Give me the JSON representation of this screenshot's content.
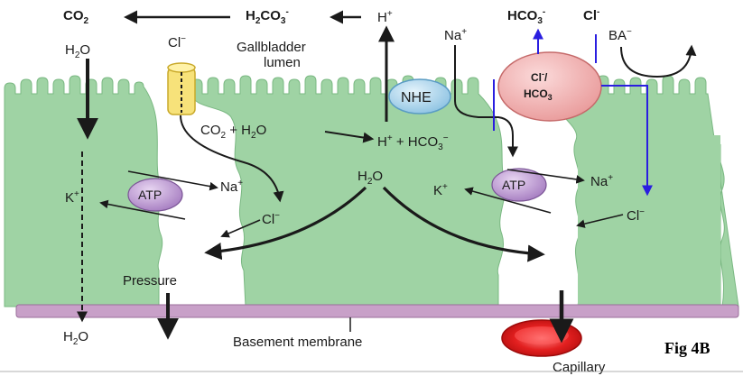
{
  "labels": {
    "co2_top": "CO",
    "co2_top_sub": "2",
    "h2co3_top": "H",
    "h2co3_top_sub": "2",
    "h2co3_top_rest": "CO",
    "h2co3_top_sub2": "3",
    "h2co3_top_sup": "-",
    "h_plus_top": "H",
    "h_plus_top_sup": "+",
    "hco3_top": "HCO",
    "hco3_top_sub": "3",
    "hco3_top_sup": "-",
    "cl_top": "Cl",
    "cl_top_sup": "-",
    "h2o_left": "H",
    "h2o_left_sub": "2",
    "h2o_left_rest": "O",
    "cl_channel": "Cl",
    "cl_channel_sup": "−",
    "lumen_line1": "Gallbladder",
    "lumen_line2": "lumen",
    "na_top": "Na",
    "na_top_sup": "+",
    "ba": "BA",
    "ba_sup": "−",
    "nhe": "NHE",
    "exchanger_line1": "Cl",
    "exchanger_line1_sup": "-",
    "exchanger_line1_rest": "/",
    "exchanger_line2": "HCO",
    "exchanger_line2_sub": "3",
    "reaction_left": "CO",
    "reaction_left_sub": "2",
    "reaction_plus": " + H",
    "reaction_plus_sub": "2",
    "reaction_o": "O",
    "reaction_h": "H",
    "reaction_h_sup": "+",
    "reaction_hco3": " + HCO",
    "reaction_hco3_sub": "3",
    "reaction_hco3_sup": "−",
    "atp_left": "ATP",
    "atp_right": "ATP",
    "k_left": "K",
    "k_left_sup": "+",
    "na_left": "Na",
    "na_left_sup": "+",
    "cl_left": "Cl",
    "cl_left_sup": "−",
    "h2o_center": "H",
    "h2o_center_sub": "2",
    "h2o_center_rest": "O",
    "k_right": "K",
    "k_right_sup": "+",
    "na_right": "Na",
    "na_right_sup": "+",
    "cl_right": "Cl",
    "cl_right_sup": "−",
    "pressure": "Pressure",
    "h2o_bottom": "H",
    "h2o_bottom_sub": "2",
    "h2o_bottom_rest": "O",
    "basement": "Basement membrane",
    "capillary": "Capillary",
    "fig_caption": "Fig 4B"
  },
  "colors": {
    "cell_fill": "#9fd3a4",
    "cell_stroke": "#7ab882",
    "membrane_fill": "#c8a0c8",
    "membrane_stroke": "#9a6e9a",
    "atp_fill": "#b48cc8",
    "nhe_fill": "#a8d4ee",
    "exchanger_fill": "#f0a8a8",
    "channel_fill": "#f7e27a",
    "capillary_fill": "#e02020",
    "blue_arrow": "#2a1ee0",
    "arrow": "#1a1a1a"
  },
  "icons": {
    "cl_channel": "yellow-cylinder-channel-icon",
    "capillary": "red-blood-vessel-icon"
  }
}
